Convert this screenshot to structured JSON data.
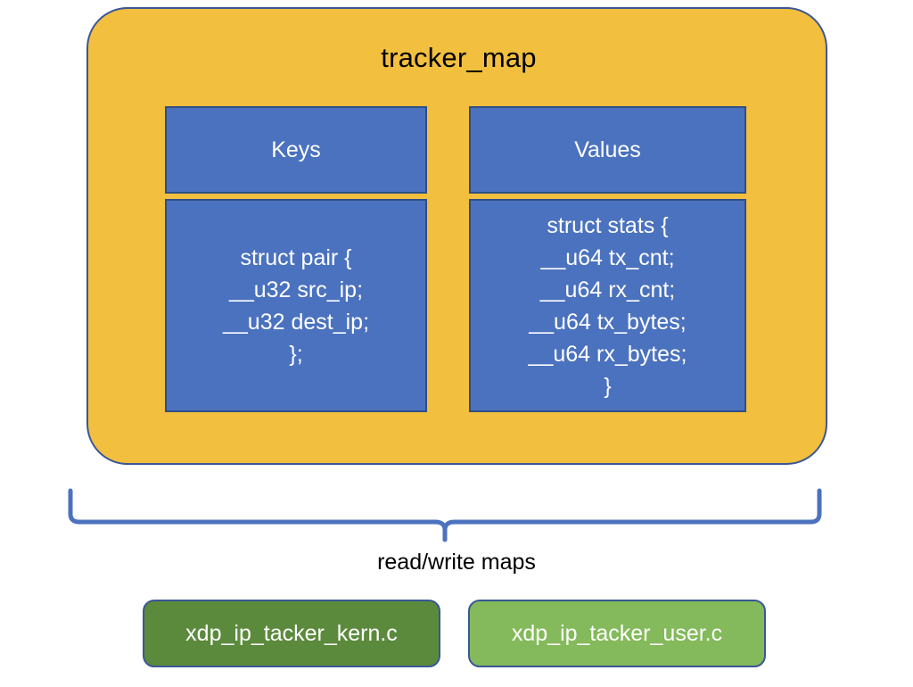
{
  "diagram": {
    "type": "block-diagram",
    "map_panel": {
      "title": "tracker_map",
      "fill_color": "#F2BF3E",
      "border_color": "#3A5796",
      "columns": [
        {
          "name": "keys",
          "header": "Keys",
          "body": "struct pair {\n__u32 src_ip;\n__u32 dest_ip;\n};",
          "fill_color": "#4B72BE"
        },
        {
          "name": "values",
          "header": "Values",
          "body": "struct stats {\n__u64 tx_cnt;\n__u64 rx_cnt;\n__u64 tx_bytes;\n__u64 rx_bytes;\n}",
          "fill_color": "#4B72BE"
        }
      ]
    },
    "connector": {
      "icon": "curly-brace-icon",
      "label": "read/write maps",
      "color": "#4B72BE"
    },
    "programs": [
      {
        "name": "kern",
        "label": "xdp_ip_tacker_kern.c",
        "fill_color": "#5B8A3C"
      },
      {
        "name": "user",
        "label": "xdp_ip_tacker_user.c",
        "fill_color": "#84BA5B"
      }
    ]
  }
}
